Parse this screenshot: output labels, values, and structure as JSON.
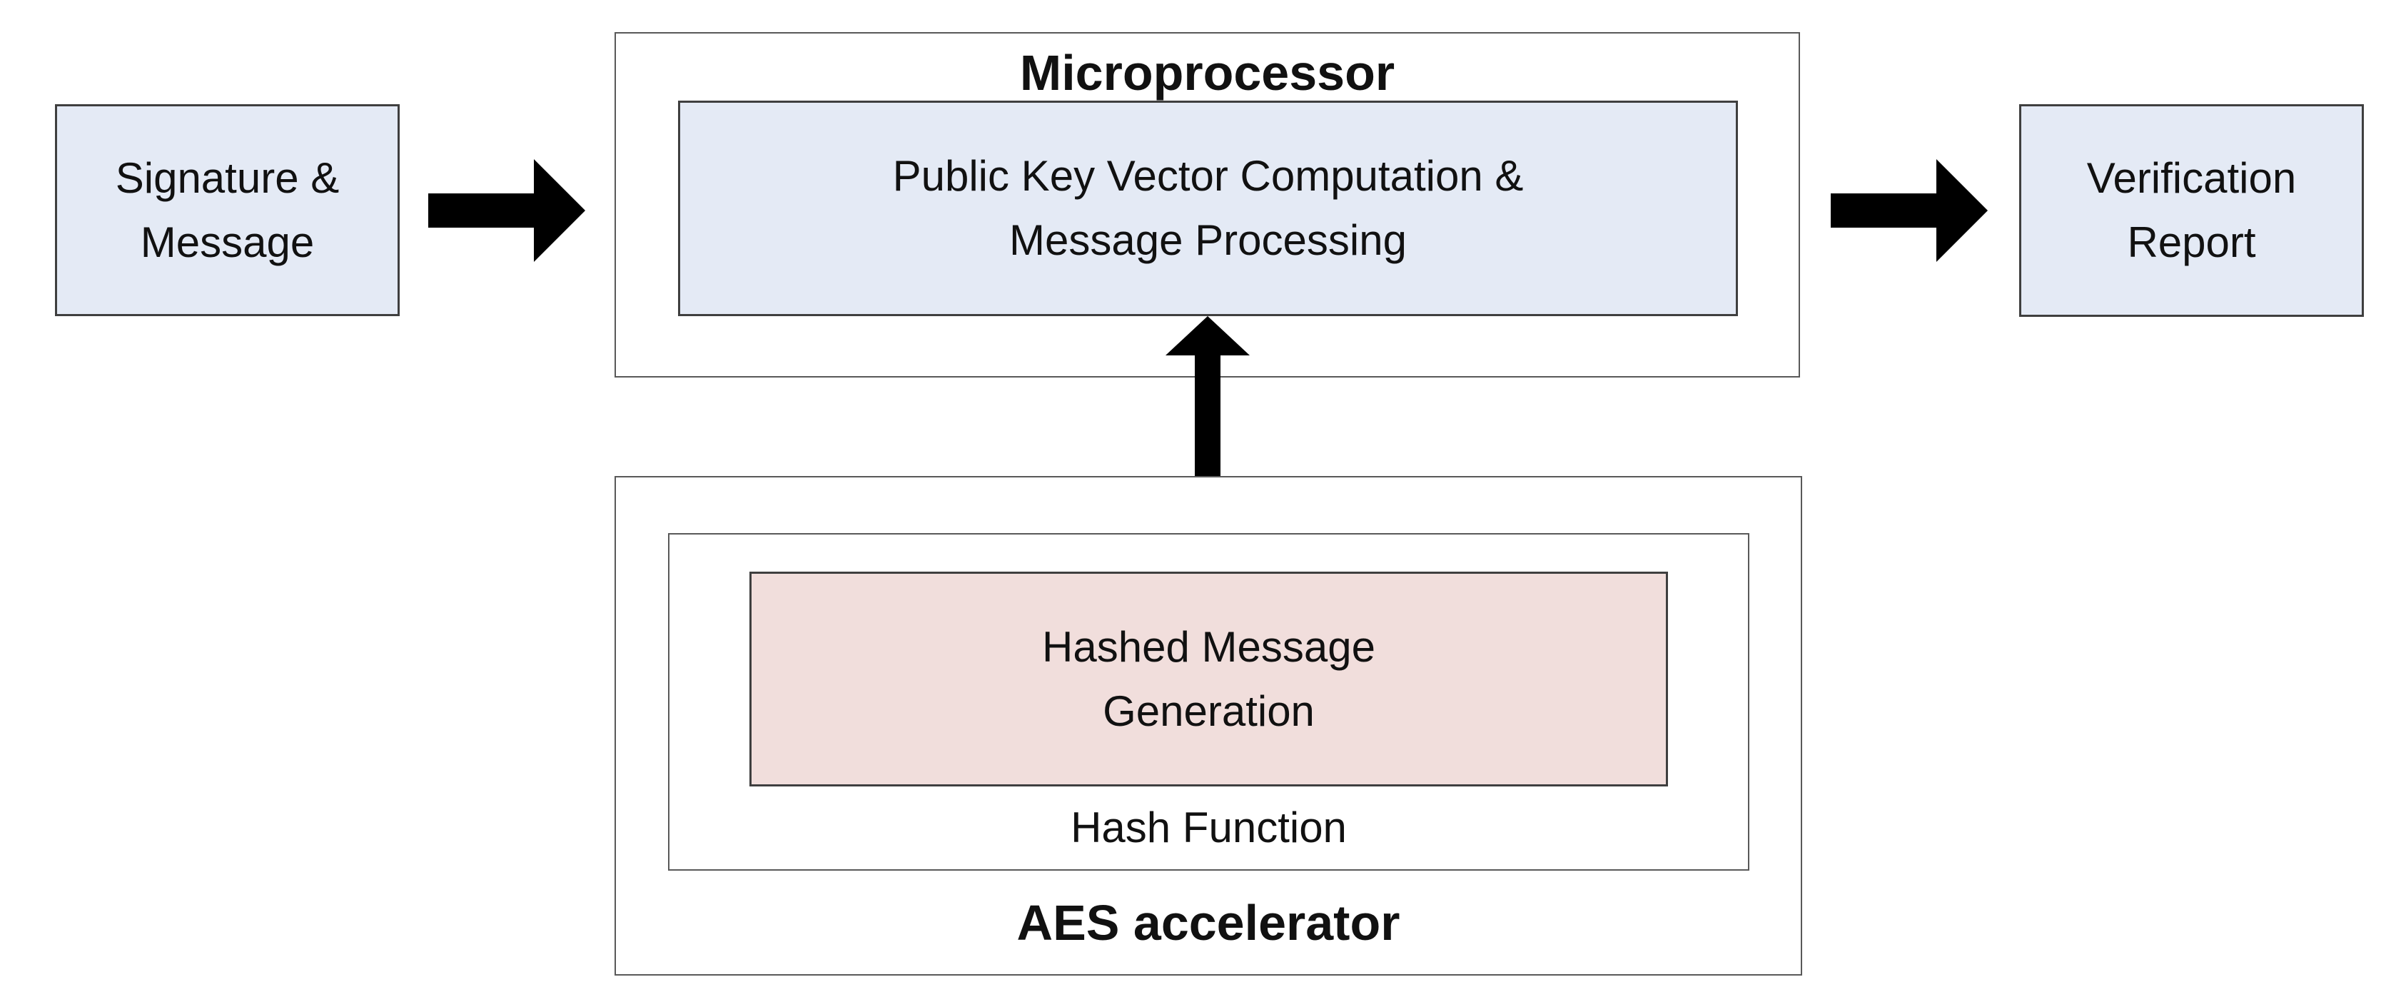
{
  "diagram": {
    "type": "block-diagram",
    "colors": {
      "bg": "#ffffff",
      "box_blue": "#e4eaf5",
      "box_pink": "#f1dedc",
      "border_dark": "#3f3f3f",
      "border_gray": "#595959",
      "arrow": "#000000",
      "text": "#111111"
    },
    "nodes": {
      "signature": {
        "label": "Signature &\nMessage"
      },
      "microprocessor": {
        "title": "Microprocessor",
        "inner_label": "Public Key Vector Computation &\nMessage Processing"
      },
      "verification": {
        "label": "Verification\nReport"
      },
      "aes": {
        "title": "AES accelerator",
        "hash_label": "Hash Function",
        "inner_label": "Hashed Message\nGeneration"
      }
    },
    "connections": [
      {
        "from": "signature",
        "to": "microprocessor",
        "style": "block-arrow-right"
      },
      {
        "from": "microprocessor",
        "to": "verification",
        "style": "block-arrow-right"
      },
      {
        "from": "microprocessor",
        "to": "aes",
        "style": "block-arrow-double-vertical"
      }
    ]
  }
}
